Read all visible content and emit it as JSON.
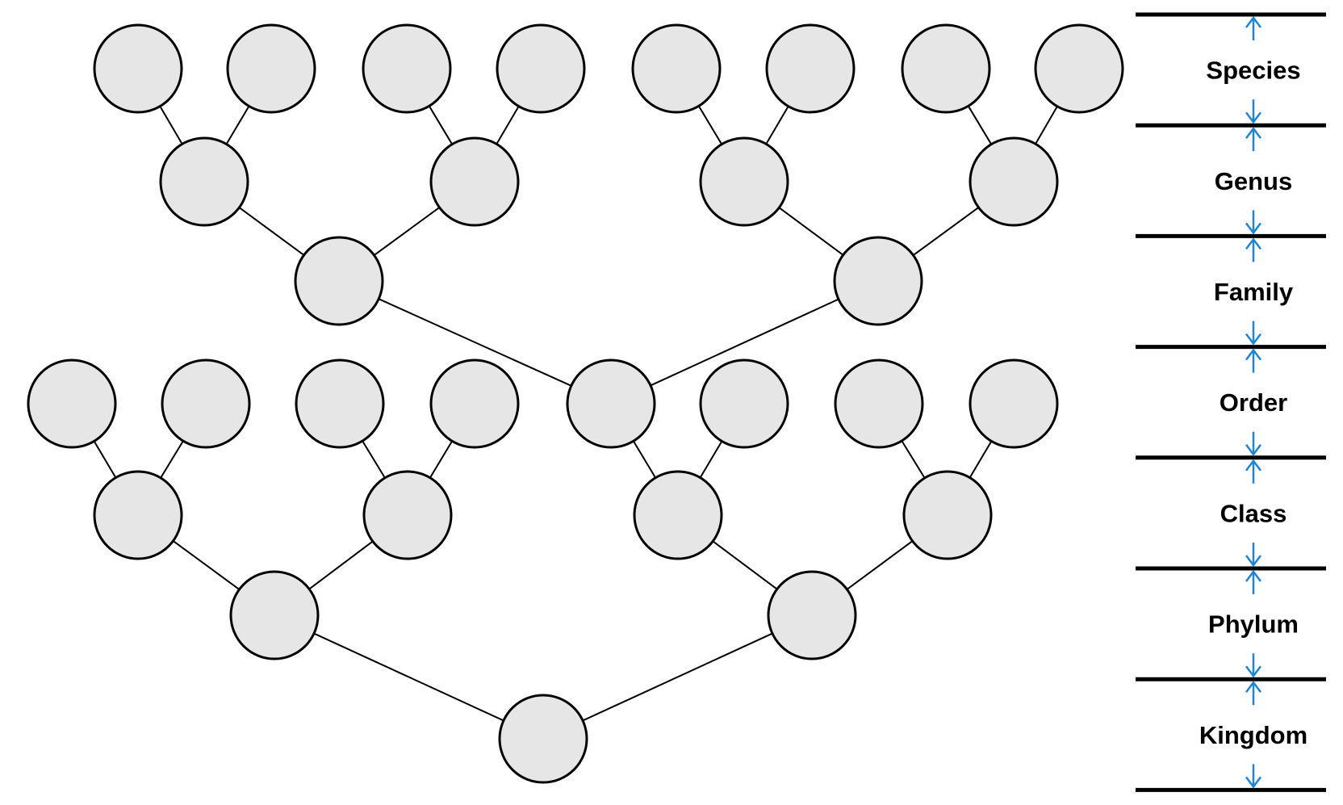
{
  "ranks": [
    {
      "label": "Species"
    },
    {
      "label": "Genus"
    },
    {
      "label": "Family"
    },
    {
      "label": "Order"
    },
    {
      "label": "Class"
    },
    {
      "label": "Phylum"
    },
    {
      "label": "Kingdom"
    }
  ],
  "colors": {
    "node_fill": "#e7e6e6",
    "node_stroke": "#000000",
    "arrow": "#1f84d2",
    "band_line": "#000000"
  }
}
